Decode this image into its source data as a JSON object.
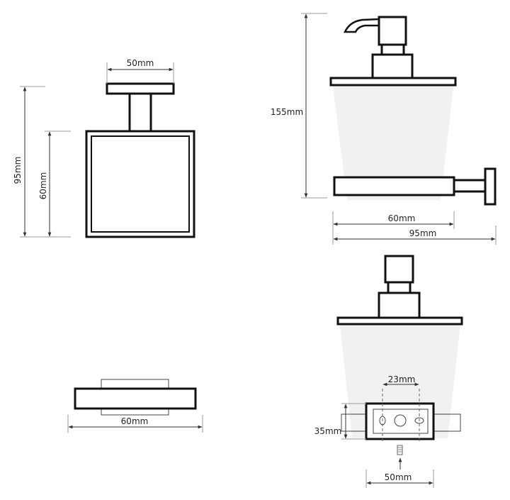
{
  "views": {
    "front": {
      "height_total": "95mm",
      "height_square": "60mm",
      "plate_width": "50mm"
    },
    "bottom": {
      "width": "60mm"
    },
    "side": {
      "height": "155mm",
      "width_holder": "60mm",
      "depth_total": "95mm"
    },
    "back": {
      "hole_spacing": "23mm",
      "bracket_height": "35mm",
      "bracket_width": "50mm"
    }
  },
  "colors": {
    "line": "#111111",
    "glass": "#f1f1f1"
  }
}
